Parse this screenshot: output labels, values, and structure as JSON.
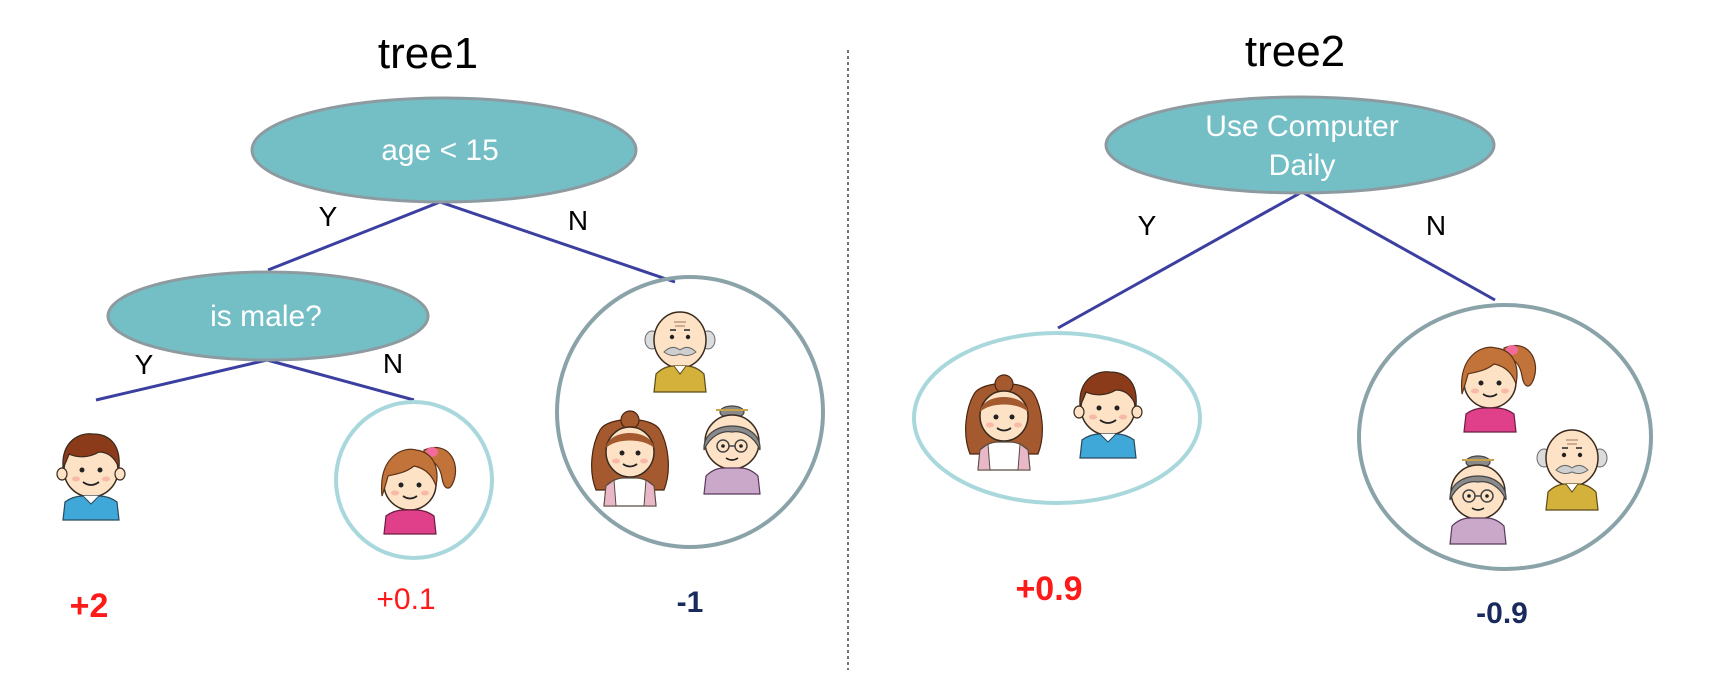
{
  "colors": {
    "node_fill": "#74bfc6",
    "node_stroke": "#8d9ba1",
    "edge": "#3b3fa0",
    "leaf_ring_light": "#a9d8dc",
    "leaf_ring_dark": "#8aa3a8",
    "positive": "#ff1a1a",
    "negative": "#1a2a5e"
  },
  "tree1": {
    "title": "tree1",
    "root": {
      "label": "age < 15"
    },
    "root_branch_yes": "Y",
    "root_branch_no": "N",
    "child": {
      "label": "is male?"
    },
    "child_branch_yes": "Y",
    "child_branch_no": "N",
    "leaves": [
      {
        "people": [
          "boy"
        ],
        "score": "+2"
      },
      {
        "people": [
          "girl"
        ],
        "score": "+0.1"
      },
      {
        "people": [
          "grandpa",
          "mother",
          "grandma"
        ],
        "score": "-1"
      }
    ]
  },
  "tree2": {
    "title": "tree2",
    "root": {
      "label_line1": "Use Computer",
      "label_line2": "Daily"
    },
    "branch_yes": "Y",
    "branch_no": "N",
    "leaves": [
      {
        "people": [
          "mother",
          "boy"
        ],
        "score": "+0.9"
      },
      {
        "people": [
          "girl",
          "grandma",
          "grandpa"
        ],
        "score": "-0.9"
      }
    ]
  }
}
